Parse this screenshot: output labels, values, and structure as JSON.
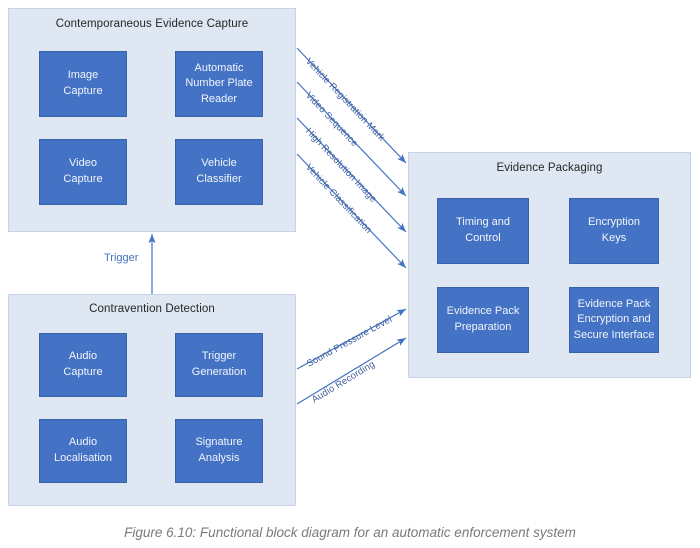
{
  "figure": {
    "caption": "Figure 6.10: Functional block diagram for an automatic enforcement system",
    "colors": {
      "block_fill": "#4472C4",
      "group_fill": "#DEE7F2",
      "group_border": "#C6D3E6",
      "arrow": "#4472C4",
      "edge_label_text": "#3F5F9E",
      "block_text": "#F2F5FB",
      "group_title_text": "#262626",
      "caption_text": "#7A7A7A"
    }
  },
  "groups": [
    {
      "id": "contemporaneous-evidence-capture",
      "title": "Contemporaneous Evidence Capture",
      "blocks": [
        {
          "id": "image-capture",
          "label": "Image\nCapture"
        },
        {
          "id": "automatic-number-plate-reader",
          "label": "Automatic\nNumber Plate\nReader"
        },
        {
          "id": "video-capture",
          "label": "Video\nCapture"
        },
        {
          "id": "vehicle-classifier",
          "label": "Vehicle\nClassifier"
        }
      ]
    },
    {
      "id": "contravention-detection",
      "title": "Contravention Detection",
      "blocks": [
        {
          "id": "audio-capture",
          "label": "Audio\nCapture"
        },
        {
          "id": "trigger-generation",
          "label": "Trigger\nGeneration"
        },
        {
          "id": "audio-localisation",
          "label": "Audio\nLocalisation"
        },
        {
          "id": "signature-analysis",
          "label": "Signature\nAnalysis"
        }
      ]
    },
    {
      "id": "evidence-packaging",
      "title": "Evidence Packaging",
      "blocks": [
        {
          "id": "timing-and-control",
          "label": "Timing and\nControl"
        },
        {
          "id": "encryption-keys",
          "label": "Encryption\nKeys"
        },
        {
          "id": "evidence-pack-preparation",
          "label": "Evidence Pack\nPreparation"
        },
        {
          "id": "evidence-pack-encryption-and-secure-interface",
          "label": "Evidence Pack\nEncryption and\nSecure Interface"
        }
      ]
    }
  ],
  "connections": [
    {
      "id": "vehicle-registration-mark",
      "label": "Vehicle Registration Mark"
    },
    {
      "id": "video-sequence",
      "label": "Video Sequence"
    },
    {
      "id": "high-resolution-image",
      "label": "High Resolution Image"
    },
    {
      "id": "vehicle-classification",
      "label": "Vehicle Classification"
    },
    {
      "id": "sound-pressure-level",
      "label": "Sound Pressure Level"
    },
    {
      "id": "audio-recording",
      "label": "Audio Recording"
    },
    {
      "id": "trigger",
      "label": "Trigger"
    }
  ]
}
